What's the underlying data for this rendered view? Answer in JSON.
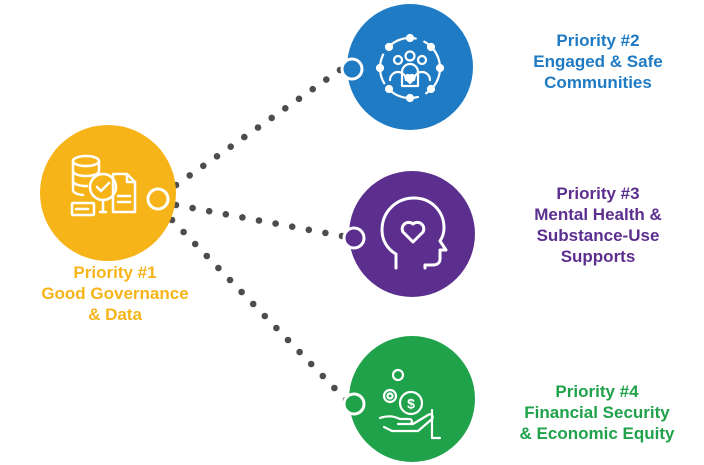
{
  "colors": {
    "priority_1": "#f6b419",
    "priority_2": "#1f7bc4",
    "priority_3": "#5c2f8f",
    "priority_4": "#1fa24a",
    "connector_dots": "#4d4d4d",
    "icon_stroke": "#ffffff"
  },
  "priorities": [
    {
      "title": "Priority #1",
      "line2": "Good Governance",
      "line3": "& Data",
      "icon": "data-search-document-icon"
    },
    {
      "title": "Priority #2",
      "line2": "Engaged & Safe",
      "line3": "Communities",
      "icon": "community-people-network-icon"
    },
    {
      "title": "Priority #3",
      "line2": "Mental Health &",
      "line3": "Substance-Use",
      "line4": "Supports",
      "icon": "head-heart-icon"
    },
    {
      "title": "Priority #4",
      "line2": "Financial Security",
      "line3": "& Economic Equity",
      "icon": "hand-coins-dollar-icon"
    }
  ]
}
